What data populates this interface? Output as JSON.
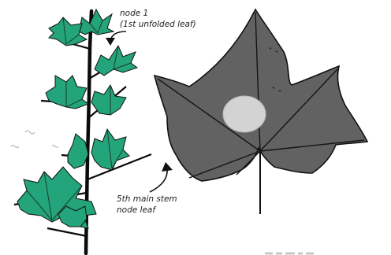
{
  "labels": {
    "node1_line1": "node 1",
    "node1_line2": "(1st unfolded leaf)",
    "node5_line1": "5th main stem",
    "node5_line2": "node leaf"
  },
  "colors": {
    "plant_leaf": "#23a47a",
    "plant_leaf_outline": "#111111",
    "stem": "#0b0b0b",
    "big_leaf_fill": "#626262",
    "big_leaf_outline": "#111111",
    "leaf_spot": "#d3d3d3"
  }
}
